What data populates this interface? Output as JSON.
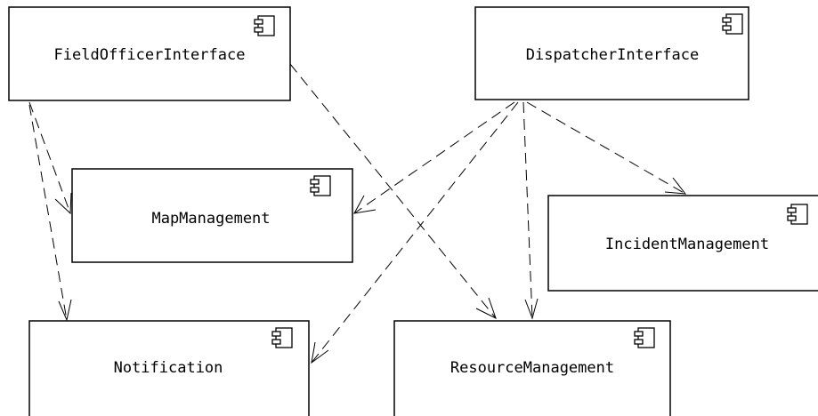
{
  "diagram": {
    "type": "uml-component-diagram",
    "components": [
      {
        "id": "field_officer",
        "label": "FieldOfficerInterface"
      },
      {
        "id": "dispatcher",
        "label": "DispatcherInterface"
      },
      {
        "id": "map",
        "label": "MapManagement"
      },
      {
        "id": "incident",
        "label": "IncidentManagement"
      },
      {
        "id": "notification",
        "label": "Notification"
      },
      {
        "id": "resource",
        "label": "ResourceManagement"
      }
    ],
    "dependencies": [
      {
        "from": "field_officer",
        "to": "map"
      },
      {
        "from": "field_officer",
        "to": "notification"
      },
      {
        "from": "field_officer",
        "to": "resource"
      },
      {
        "from": "dispatcher",
        "to": "map"
      },
      {
        "from": "dispatcher",
        "to": "notification"
      },
      {
        "from": "dispatcher",
        "to": "resource"
      },
      {
        "from": "dispatcher",
        "to": "incident"
      }
    ]
  }
}
